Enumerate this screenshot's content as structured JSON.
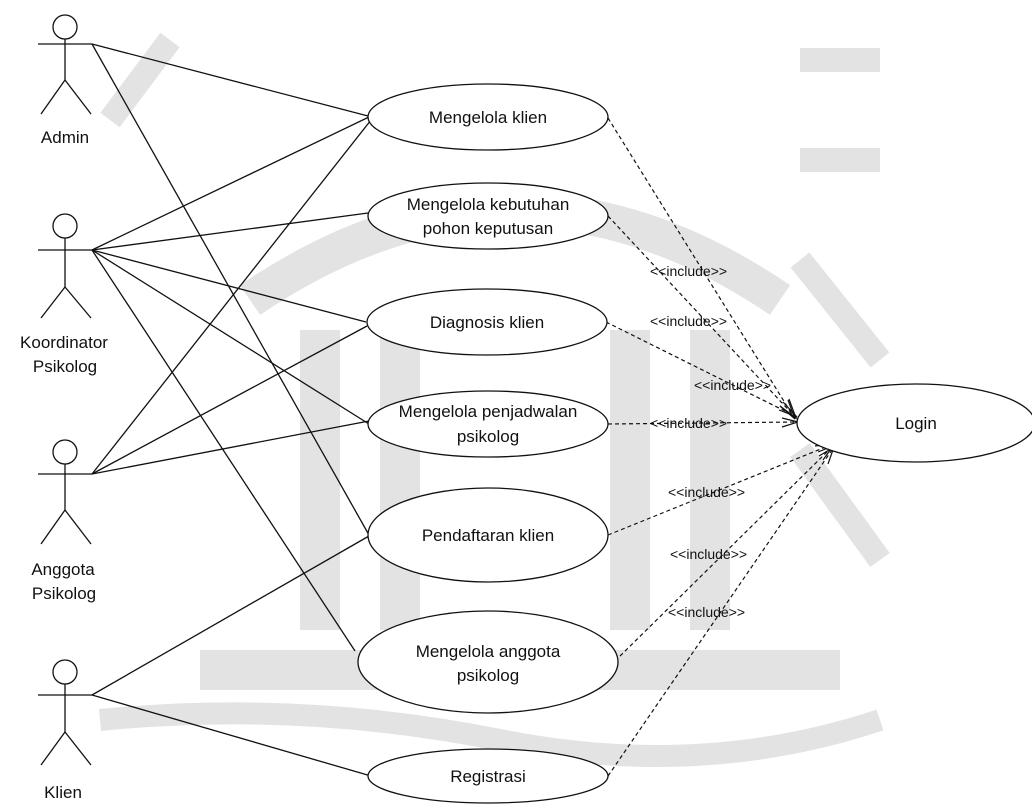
{
  "actors": [
    {
      "id": "admin",
      "label_lines": [
        "Admin"
      ]
    },
    {
      "id": "koordinator",
      "label_lines": [
        "Koordinator",
        "Psikolog"
      ]
    },
    {
      "id": "anggota",
      "label_lines": [
        "Anggota",
        "Psikolog"
      ]
    },
    {
      "id": "klien",
      "label_lines": [
        "Klien"
      ]
    }
  ],
  "use_cases": [
    {
      "id": "uc1",
      "label_lines": [
        "Mengelola klien"
      ]
    },
    {
      "id": "uc2",
      "label_lines": [
        "Mengelola kebutuhan",
        "pohon keputusan"
      ]
    },
    {
      "id": "uc3",
      "label_lines": [
        "Diagnosis klien"
      ]
    },
    {
      "id": "uc4",
      "label_lines": [
        "Mengelola penjadwalan",
        "psikolog"
      ]
    },
    {
      "id": "uc5",
      "label_lines": [
        "Pendaftaran klien"
      ]
    },
    {
      "id": "uc6",
      "label_lines": [
        "Mengelola anggota",
        "psikolog"
      ]
    },
    {
      "id": "uc7",
      "label_lines": [
        "Registrasi"
      ]
    },
    {
      "id": "login",
      "label_lines": [
        "Login"
      ]
    }
  ],
  "associations": [
    {
      "actor": "admin",
      "use_case": "uc1"
    },
    {
      "actor": "admin",
      "use_case": "uc5"
    },
    {
      "actor": "koordinator",
      "use_case": "uc1"
    },
    {
      "actor": "koordinator",
      "use_case": "uc2"
    },
    {
      "actor": "koordinator",
      "use_case": "uc3"
    },
    {
      "actor": "koordinator",
      "use_case": "uc4"
    },
    {
      "actor": "koordinator",
      "use_case": "uc6"
    },
    {
      "actor": "anggota",
      "use_case": "uc1"
    },
    {
      "actor": "anggota",
      "use_case": "uc3"
    },
    {
      "actor": "anggota",
      "use_case": "uc4"
    },
    {
      "actor": "klien",
      "use_case": "uc5"
    },
    {
      "actor": "klien",
      "use_case": "uc7"
    }
  ],
  "include_relations": [
    {
      "from": "uc1",
      "to": "login",
      "label": ""
    },
    {
      "from": "uc2",
      "to": "login",
      "label": "<<include>>"
    },
    {
      "from": "uc3",
      "to": "login",
      "label": "<<include>>"
    },
    {
      "from": "uc3",
      "to": "login",
      "label": "<<include>>"
    },
    {
      "from": "uc4",
      "to": "login",
      "label": "<<include>>"
    },
    {
      "from": "uc5",
      "to": "login",
      "label": "<<include>>"
    },
    {
      "from": "uc6",
      "to": "login",
      "label": "<<include>>"
    },
    {
      "from": "uc7",
      "to": "login",
      "label": "<<include>>"
    }
  ],
  "colors": {
    "line": "#111111",
    "watermark": "#e3e3e3",
    "background": "#ffffff"
  }
}
